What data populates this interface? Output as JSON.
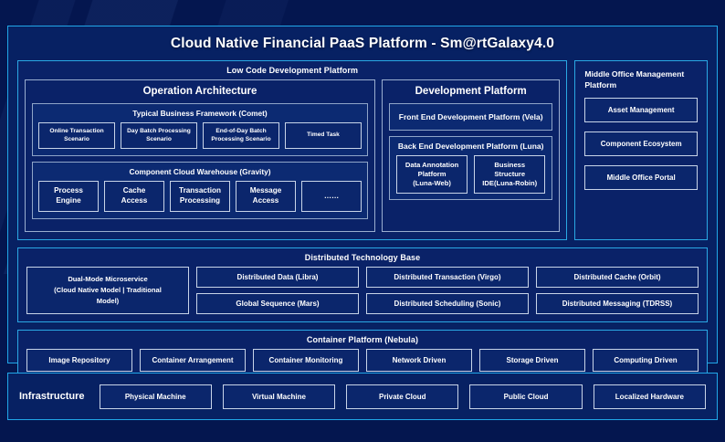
{
  "main": {
    "title": "Cloud Native Financial PaaS Platform - Sm@rtGalaxy4.0"
  },
  "low_code": {
    "title": "Low Code Development Platform",
    "operation_architecture": {
      "title": "Operation Architecture",
      "groups": [
        {
          "title": "Typical Business Framework (Comet)",
          "items": [
            "Online Transaction\nScenario",
            "Day Batch Processing\nScenario",
            "End-of-Day Batch\nProcessing Scenario",
            "Timed Task"
          ]
        },
        {
          "title": "Component Cloud Warehouse (Gravity)",
          "items": [
            "Process\nEngine",
            "Cache\nAccess",
            "Transaction\nProcessing",
            "Message\nAccess",
            "……"
          ]
        }
      ]
    },
    "development_platform": {
      "title": "Development Platform",
      "front_end": "Front End Development Platform (Vela)",
      "back_end": {
        "title": "Back End Development Platform (Luna)",
        "items": [
          "Data Annotation\nPlatform\n(Luna-Web)",
          "Business\nStructure\nIDE(Luna-Robin)"
        ]
      }
    }
  },
  "middle_office": {
    "title": "Middle Office Management Platform",
    "items": [
      "Asset Management",
      "Component Ecosystem",
      "Middle Office Portal"
    ]
  },
  "distributed_technology_base": {
    "title": "Distributed Technology Base",
    "highlight": "Dual-Mode Microservice\n(Cloud Native Model | Traditional\nModel)",
    "columns": [
      [
        "Distributed Data (Libra)",
        "Global Sequence (Mars)"
      ],
      [
        "Distributed Transaction (Virgo)",
        "Distributed Scheduling (Sonic)"
      ],
      [
        "Distributed Cache (Orbit)",
        "Distributed Messaging (TDRSS)"
      ]
    ]
  },
  "container_platform": {
    "title": "Container Platform (Nebula)",
    "items": [
      "Image Repository",
      "Container Arrangement",
      "Container Monitoring",
      "Network Driven",
      "Storage Driven",
      "Computing Driven"
    ]
  },
  "infrastructure": {
    "label": "Infrastructure",
    "items": [
      "Physical Machine",
      "Virtual Machine",
      "Private Cloud",
      "Public Cloud",
      "Localized Hardware"
    ]
  },
  "colors": {
    "background": "#04164f",
    "frame_border": "#21a7e8",
    "panel_fill": "#0a2268",
    "cell_border": "#c8d4e8",
    "text": "#ffffff"
  }
}
